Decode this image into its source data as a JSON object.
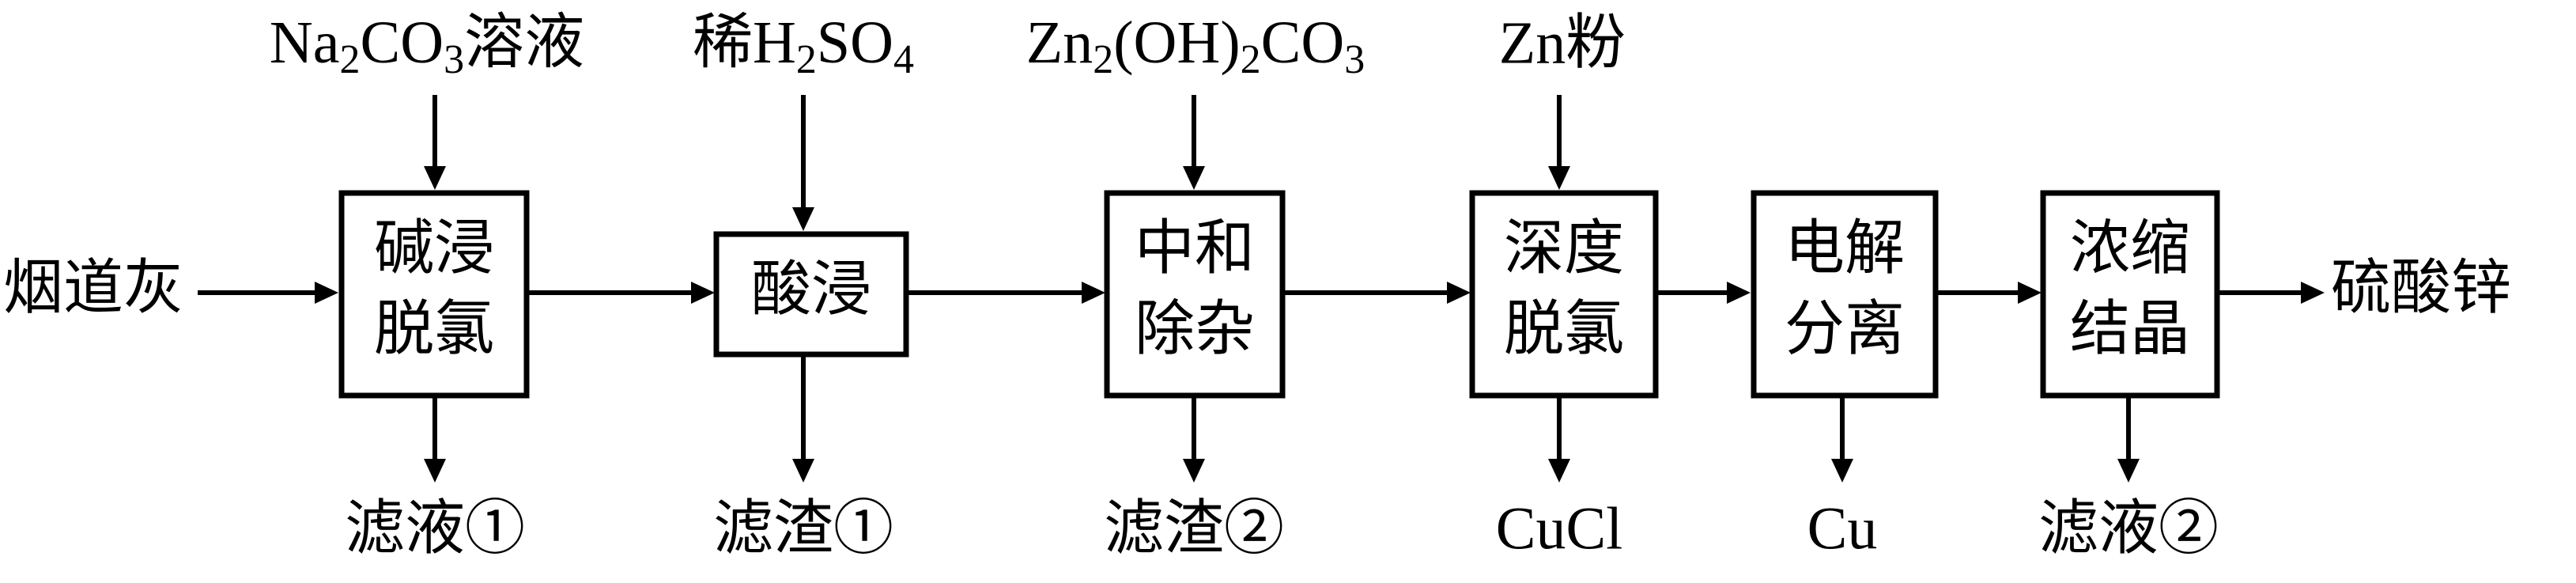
{
  "start": "烟道灰",
  "product": "硫酸锌",
  "steps": [
    {
      "line1": "碱浸",
      "line2": "脱氯",
      "reagent": "Na2CO3溶液",
      "output": "滤液①"
    },
    {
      "line1": "酸浸",
      "line2": "",
      "reagent": "稀H2SO4",
      "output": "滤渣①"
    },
    {
      "line1": "中和",
      "line2": "除杂",
      "reagent": "Zn2(OH)2CO3",
      "output": "滤渣②"
    },
    {
      "line1": "深度",
      "line2": "脱氯",
      "reagent": "Zn粉",
      "output": "CuCl"
    },
    {
      "line1": "电解",
      "line2": "分离",
      "reagent": "",
      "output": "Cu"
    },
    {
      "line1": "浓缩",
      "line2": "结晶",
      "reagent": "",
      "output": "滤液②"
    }
  ],
  "reagent_parts": {
    "na2co3": [
      "Na",
      "2",
      "CO",
      "3",
      "溶液"
    ],
    "h2so4": [
      "稀H",
      "2",
      "SO",
      "4"
    ],
    "zn2oh2co3": [
      "Zn",
      "2",
      "(OH)",
      "2",
      "CO",
      "3"
    ]
  }
}
